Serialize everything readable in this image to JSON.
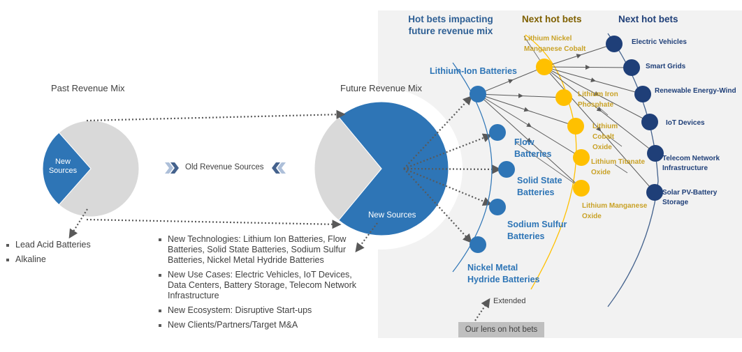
{
  "colors": {
    "panel": "#f2f2f2",
    "pie_blue": "#2e75b6",
    "pie_gray": "#d9d9d9",
    "hot_blue": "#2e75b6",
    "next_yellow": "#ffc000",
    "next_yellow_text": "#c9a227",
    "far_navy": "#1f3f78",
    "arrow_gray": "#595959"
  },
  "past": {
    "title": "Past Revenue Mix",
    "slice_label": "New Sources",
    "new_share_pct": 27,
    "items": [
      "Lead Acid Batteries",
      "Alkaline"
    ]
  },
  "middle": {
    "label": "Old Revenue Sources",
    "left_icon": "double-chevron-right-icon",
    "right_icon": "double-chevron-left-icon"
  },
  "future": {
    "title": "Future Revenue Mix",
    "slice_label": "New Sources",
    "new_share_pct": 72,
    "items": [
      "New Technologies: Lithium Ion Batteries, Flow Batteries, Solid State Batteries, Sodium Sulfur Batteries, Nickel Metal Hydride Batteries",
      "New Use Cases: Electric Vehicles, IoT Devices, Data Centers, Battery Storage, Telecom Network Infrastructure",
      "New Ecosystem: Disruptive Start-ups",
      "New Clients/Partners/Target M&A"
    ]
  },
  "panel": {
    "headers": {
      "hot": "Hot bets impacting future revenue mix",
      "next": "Next hot bets",
      "far": "Next hot bets"
    },
    "hot_bets": [
      "Lithium-Ion Batteries",
      "Flow Batteries",
      "Solid State Batteries",
      "Sodium Sulfur Batteries",
      "Nickel Metal Hydride Batteries"
    ],
    "next_bets": [
      "Lithium Nickel Manganese Cobalt",
      "Lithium Iron Phosphate",
      "Lithium Cobalt Oxide",
      "Lithium Titanate Oxide",
      "Lithium Manganese Oxide"
    ],
    "far_bets": [
      "Electric Vehicles",
      "Smart Grids",
      "Renewable Energy-Wind",
      "IoT Devices",
      "Telecom Network Infrastructure",
      "Solar PV-Battery Storage"
    ],
    "extended_label": "Extended",
    "lens_label": "Our lens on hot bets"
  }
}
